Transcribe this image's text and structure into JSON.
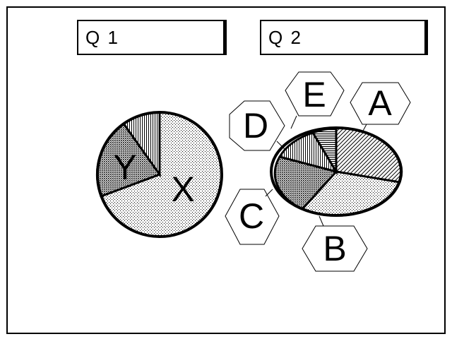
{
  "boxes": {
    "q1_label": "Q 1",
    "q2_label": "Q 2"
  },
  "pie_left": {
    "slices": [
      {
        "label": "X",
        "fraction": 0.7,
        "pattern": "light-dots"
      },
      {
        "label": "Y",
        "fraction": 0.2,
        "pattern": "dense-dots"
      },
      {
        "label": "",
        "fraction": 0.1,
        "pattern": "vertical-lines"
      }
    ]
  },
  "pie_right": {
    "slices": [
      {
        "label": "A",
        "fraction": 0.28,
        "pattern": "diagonal-hatch"
      },
      {
        "label": "B",
        "fraction": 0.31,
        "pattern": "light-dots"
      },
      {
        "label": "C",
        "fraction": 0.2,
        "pattern": "dense-dots"
      },
      {
        "label": "D",
        "fraction": 0.13,
        "pattern": "vertical-lines"
      },
      {
        "label": "E",
        "fraction": 0.08,
        "pattern": "horizontal-lines"
      }
    ]
  }
}
